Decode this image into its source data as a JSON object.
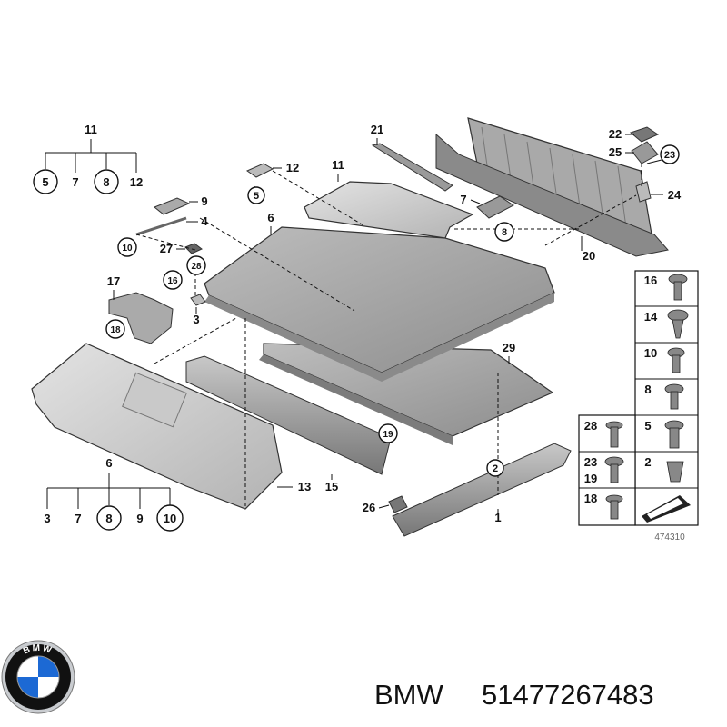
{
  "brand": {
    "name": "BMW",
    "part_number": "51477267483",
    "logo_text": "BMW",
    "colors": {
      "blue": "#1c69d4",
      "ring": "#111111",
      "rim": "#c9ccd0"
    }
  },
  "diagram_ref": "474310",
  "callouts": {
    "g11_title": "11",
    "g11_5": "5",
    "g11_7": "7",
    "g11_8": "8",
    "g11_12": "12",
    "c21": "21",
    "c22": "22",
    "c25": "25",
    "c23": "23",
    "c24": "24",
    "c12": "12",
    "c11": "11",
    "c5": "5",
    "c7": "7",
    "c8": "8",
    "c9": "9",
    "c4": "4",
    "c6": "6",
    "c10": "10",
    "c27": "27",
    "c28": "28",
    "c3": "3",
    "c17": "17",
    "c16": "16",
    "c18": "18",
    "c20": "20",
    "c29": "29",
    "c19": "19",
    "c13": "13",
    "c15": "15",
    "c2": "2",
    "c26": "26",
    "c1": "1",
    "g6_title": "6",
    "g6_3": "3",
    "g6_7": "7",
    "g6_8": "8",
    "g6_9": "9",
    "g6_10": "10"
  },
  "fastener_table": {
    "right_column": [
      "16",
      "14",
      "10",
      "8",
      "5",
      "2"
    ],
    "left_column": [
      "28",
      "23",
      "19",
      "18"
    ]
  }
}
